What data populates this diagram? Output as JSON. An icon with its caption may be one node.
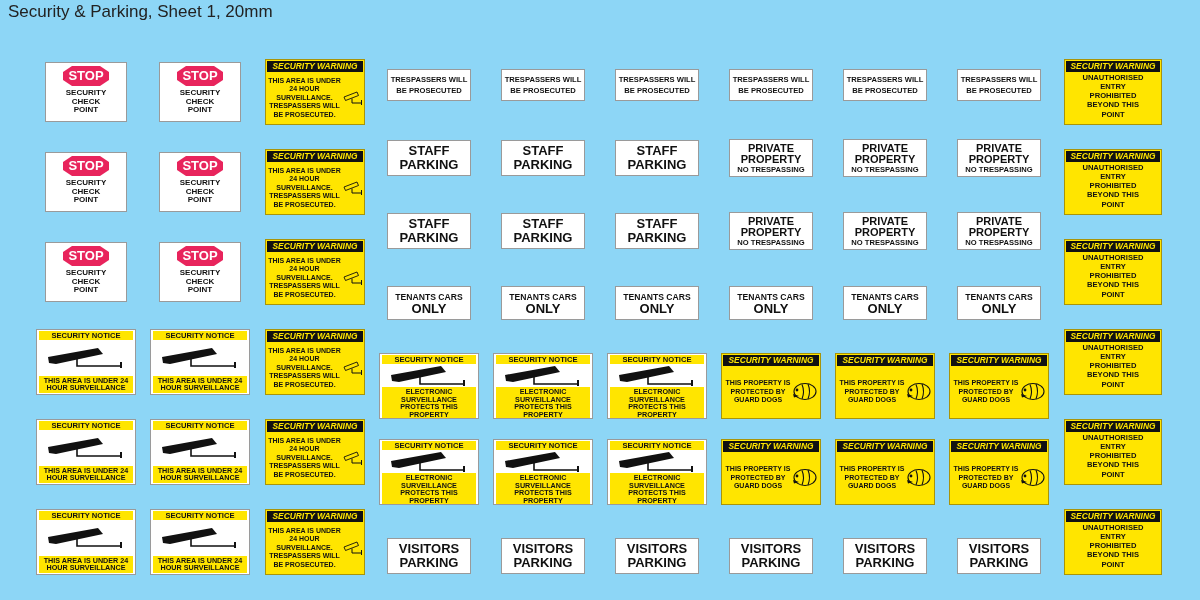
{
  "diagram": {
    "title": "Security & Parking, Sheet 1, 20mm",
    "nodes": [
      {
        "text": [
          "STOP",
          "SECURITY CHECK POINT"
        ]
      },
      {
        "text": [
          "STOP",
          "SECURITY CHECK POINT"
        ]
      },
      {
        "text": [
          "SECURITY WARNING",
          "THIS AREA IS UNDER 24 HOUR SURVEILLANCE. TRESPASSERS WILL BE PROSECUTED."
        ]
      },
      {
        "text": [
          "TRESPASSERS WILL BE PROSECUTED"
        ]
      },
      {
        "text": [
          "TRESPASSERS WILL BE PROSECUTED"
        ]
      },
      {
        "text": [
          "TRESPASSERS WILL BE PROSECUTED"
        ]
      },
      {
        "text": [
          "TRESPASSERS WILL BE PROSECUTED"
        ]
      },
      {
        "text": [
          "TRESPASSERS WILL BE PROSECUTED"
        ]
      },
      {
        "text": [
          "TRESPASSERS WILL BE PROSECUTED"
        ]
      },
      {
        "text": [
          "SECURITY WARNING",
          "UNAUTHORISED ENTRY PROHIBITED BEYOND THIS POINT"
        ]
      },
      {
        "text": [
          "STAFF PARKING"
        ]
      },
      {
        "text": [
          "STAFF PARKING"
        ]
      },
      {
        "text": [
          "STAFF PARKING"
        ]
      },
      {
        "text": [
          "PRIVATE PROPERTY",
          "NO TRESPASSING"
        ]
      },
      {
        "text": [
          "PRIVATE PROPERTY",
          "NO TRESPASSING"
        ]
      },
      {
        "text": [
          "PRIVATE PROPERTY",
          "NO TRESPASSING"
        ]
      },
      {
        "text": [
          "STOP",
          "SECURITY CHECK POINT"
        ]
      },
      {
        "text": [
          "STOP",
          "SECURITY CHECK POINT"
        ]
      },
      {
        "text": [
          "SECURITY WARNING",
          "THIS AREA IS UNDER 24 HOUR SURVEILLANCE. TRESPASSERS WILL BE PROSECUTED."
        ]
      },
      {
        "text": [
          "SECURITY WARNING",
          "UNAUTHORISED ENTRY PROHIBITED BEYOND THIS POINT"
        ]
      },
      {
        "text": [
          "STAFF PARKING"
        ]
      },
      {
        "text": [
          "STAFF PARKING"
        ]
      },
      {
        "text": [
          "STAFF PARKING"
        ]
      },
      {
        "text": [
          "PRIVATE PROPERTY",
          "NO TRESPASSING"
        ]
      },
      {
        "text": [
          "PRIVATE PROPERTY",
          "NO TRESPASSING"
        ]
      },
      {
        "text": [
          "PRIVATE PROPERTY",
          "NO TRESPASSING"
        ]
      },
      {
        "text": [
          "STOP",
          "SECURITY CHECK POINT"
        ]
      },
      {
        "text": [
          "STOP",
          "SECURITY CHECK POINT"
        ]
      },
      {
        "text": [
          "SECURITY WARNING",
          "THIS AREA IS UNDER 24 HOUR SURVEILLANCE. TRESPASSERS WILL BE PROSECUTED."
        ]
      },
      {
        "text": [
          "SECURITY WARNING",
          "UNAUTHORISED ENTRY PROHIBITED BEYOND THIS POINT"
        ]
      },
      {
        "text": [
          "TENANTS CARS",
          "ONLY"
        ]
      },
      {
        "text": [
          "TENANTS CARS",
          "ONLY"
        ]
      },
      {
        "text": [
          "TENANTS CARS",
          "ONLY"
        ]
      },
      {
        "text": [
          "TENANTS CARS",
          "ONLY"
        ]
      },
      {
        "text": [
          "TENANTS CARS",
          "ONLY"
        ]
      },
      {
        "text": [
          "TENANTS CARS",
          "ONLY"
        ]
      },
      {
        "text": [
          "SECURITY NOTICE",
          "THIS AREA IS UNDER 24 HOUR SURVEILLANCE"
        ]
      },
      {
        "text": [
          "SECURITY NOTICE",
          "THIS AREA IS UNDER 24 HOUR SURVEILLANCE"
        ]
      },
      {
        "text": [
          "SECURITY WARNING",
          "THIS AREA IS UNDER 24 HOUR SURVEILLANCE. TRESPASSERS WILL BE PROSECUTED."
        ]
      },
      {
        "text": [
          "SECURITY WARNING",
          "UNAUTHORISED ENTRY PROHIBITED BEYOND THIS POINT"
        ]
      },
      {
        "text": [
          "SECURITY NOTICE",
          "ELECTRONIC SURVEILLANCE PROTECTS THIS PROPERTY"
        ]
      },
      {
        "text": [
          "SECURITY NOTICE",
          "ELECTRONIC SURVEILLANCE PROTECTS THIS PROPERTY"
        ]
      },
      {
        "text": [
          "SECURITY NOTICE",
          "ELECTRONIC SURVEILLANCE PROTECTS THIS PROPERTY"
        ]
      },
      {
        "text": [
          "SECURITY WARNING",
          "THIS PROPERTY IS PROTECTED BY GUARD DOGS"
        ]
      },
      {
        "text": [
          "SECURITY WARNING",
          "THIS PROPERTY IS PROTECTED BY GUARD DOGS"
        ]
      },
      {
        "text": [
          "SECURITY WARNING",
          "THIS PROPERTY IS PROTECTED BY GUARD DOGS"
        ]
      },
      {
        "text": [
          "SECURITY NOTICE",
          "THIS AREA IS UNDER 24 HOUR SURVEILLANCE"
        ]
      },
      {
        "text": [
          "SECURITY NOTICE",
          "THIS AREA IS UNDER 24 HOUR SURVEILLANCE"
        ]
      },
      {
        "text": [
          "SECURITY WARNING",
          "THIS AREA IS UNDER 24 HOUR SURVEILLANCE. TRESPASSERS WILL BE PROSECUTED."
        ]
      },
      {
        "text": [
          "SECURITY WARNING",
          "UNAUTHORISED ENTRY PROHIBITED BEYOND THIS POINT"
        ]
      },
      {
        "text": [
          "SECURITY NOTICE",
          "ELECTRONIC SURVEILLANCE PROTECTS THIS PROPERTY"
        ]
      },
      {
        "text": [
          "SECURITY NOTICE",
          "ELECTRONIC SURVEILLANCE PROTECTS THIS PROPERTY"
        ]
      },
      {
        "text": [
          "SECURITY NOTICE",
          "ELECTRONIC SURVEILLANCE PROTECTS THIS PROPERTY"
        ]
      },
      {
        "text": [
          "SECURITY WARNING",
          "THIS PROPERTY IS PROTECTED BY GUARD DOGS"
        ]
      },
      {
        "text": [
          "SECURITY WARNING",
          "THIS PROPERTY IS PROTECTED BY GUARD DOGS"
        ]
      },
      {
        "text": [
          "SECURITY WARNING",
          "THIS PROPERTY IS PROTECTED BY GUARD DOGS"
        ]
      },
      {
        "text": [
          "SECURITY NOTICE",
          "THIS AREA IS UNDER 24 HOUR SURVEILLANCE"
        ]
      },
      {
        "text": [
          "SECURITY NOTICE",
          "THIS AREA IS UNDER 24 HOUR SURVEILLANCE"
        ]
      },
      {
        "text": [
          "SECURITY WARNING",
          "THIS AREA IS UNDER 24 HOUR SURVEILLANCE. TRESPASSERS WILL BE PROSECUTED."
        ]
      },
      {
        "text": [
          "SECURITY WARNING",
          "UNAUTHORISED ENTRY PROHIBITED BEYOND THIS POINT"
        ]
      },
      {
        "text": [
          "VISITORS PARKING"
        ]
      },
      {
        "text": [
          "VISITORS PARKING"
        ]
      },
      {
        "text": [
          "VISITORS PARKING"
        ]
      },
      {
        "text": [
          "VISITORS PARKING"
        ]
      },
      {
        "text": [
          "VISITORS PARKING"
        ]
      },
      {
        "text": [
          "VISITORS PARKING"
        ]
      }
    ]
  }
}
